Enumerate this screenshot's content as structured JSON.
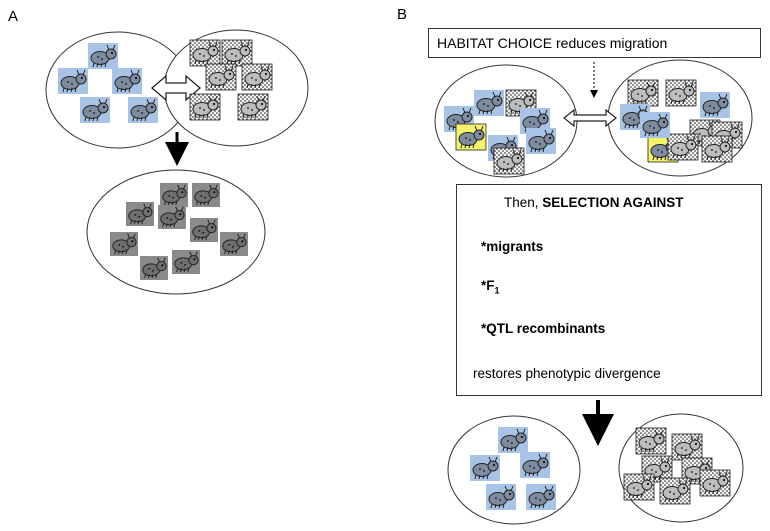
{
  "panels": {
    "a_label": "A",
    "b_label": "B"
  },
  "panel_b": {
    "habitat_line": "HABITAT CHOICE reduces migration",
    "then": "Then, ",
    "selection_against": "SELECTION AGAINST",
    "migrants": "*migrants",
    "f1": "*F",
    "f1_sub": "1",
    "qtl": "*QTL recombinants",
    "restores": "restores phenotypic divergence"
  },
  "colors": {
    "blue_bg": "#a7c4e6",
    "dotted_bg": "#e6e6e6",
    "gray_bg": "#8a8a8a",
    "yellow_bg": "#f4f36a",
    "bug_body": "#7f8c9f",
    "outline": "#222222"
  }
}
